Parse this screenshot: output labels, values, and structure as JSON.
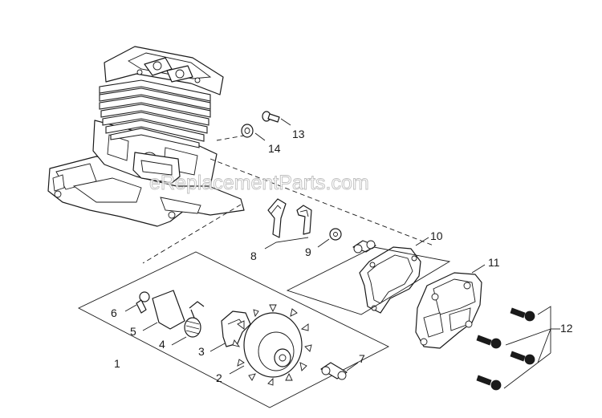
{
  "watermark": "eReplacementParts.com",
  "callouts": [
    "1",
    "2",
    "3",
    "4",
    "5",
    "6",
    "7",
    "8",
    "9",
    "10",
    "11",
    "12",
    "13",
    "14"
  ],
  "colors": {
    "line": "#1a1a1a",
    "background": "#ffffff",
    "watermark_outline": "#b5b5b5"
  }
}
